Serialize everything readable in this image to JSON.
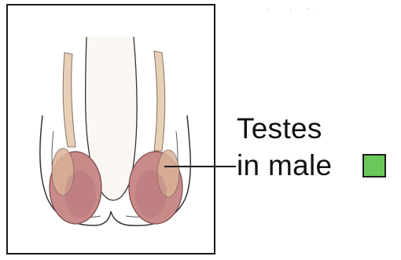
{
  "label": {
    "line1": "Testes",
    "line2": "in male"
  },
  "key": {
    "swatch_color": "#6cc75a"
  },
  "colors": {
    "testis_fill": "#c98a8a",
    "testis_shadow": "#b06e72",
    "cord_color": "#e7cfb8",
    "outline": "#333333"
  },
  "icons": {
    "figure": "male-reproductive-organs-illustration"
  }
}
